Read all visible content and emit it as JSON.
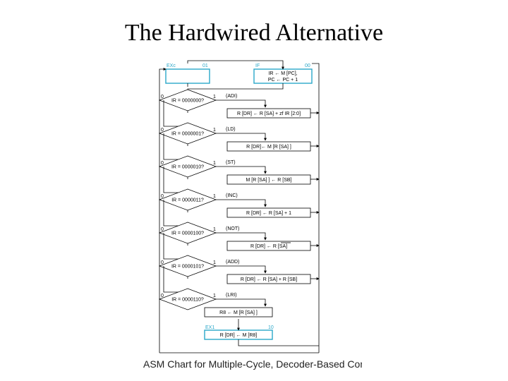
{
  "title": "The Hardwired Alternative",
  "caption": "ASM Chart for Multiple-Cycle, Decoder-Based Compu",
  "states": {
    "exc_label": "EXc",
    "exc_code": "01",
    "if_label": "IF",
    "if_code": "00",
    "if_line1": "IR ← M [PC],",
    "if_line2": "PC ← PC + 1",
    "ex1_label": "EX1",
    "ex1_code": "10",
    "ex1_action": "R [DR] ← M [R8]"
  },
  "branches": [
    {
      "test": "IR = 0000000?",
      "zero": "0",
      "one": "1",
      "op": "(ADI)",
      "action": "R [DR] ← R [SA] + zf IR [2:0]"
    },
    {
      "test": "IR = 0000001?",
      "zero": "0",
      "one": "1",
      "op": "(LD)",
      "action": "R [DR]← M [R [SA] ]"
    },
    {
      "test": "IR = 0000010?",
      "zero": "0",
      "one": "1",
      "op": "(ST)",
      "action": "M [R [SA] ] ← R [SB]"
    },
    {
      "test": "IR = 0000011?",
      "zero": "0",
      "one": "1",
      "op": "(INC)",
      "action": "R [DR] ← R [SA] + 1"
    },
    {
      "test": "IR = 0000100?",
      "zero": "0",
      "one": "1",
      "op": "(NOT)",
      "action": "R [DR] ← R [SA]"
    },
    {
      "test": "IR = 0000101?",
      "zero": "0",
      "one": "1",
      "op": "(ADD)",
      "action": "R [DR] ← R [SA] + R [SB]"
    },
    {
      "test": "IR = 0000110?",
      "zero": "0",
      "one": "1",
      "op": "(LRI)",
      "action": "R8 ← M [R [SA] ]"
    }
  ]
}
